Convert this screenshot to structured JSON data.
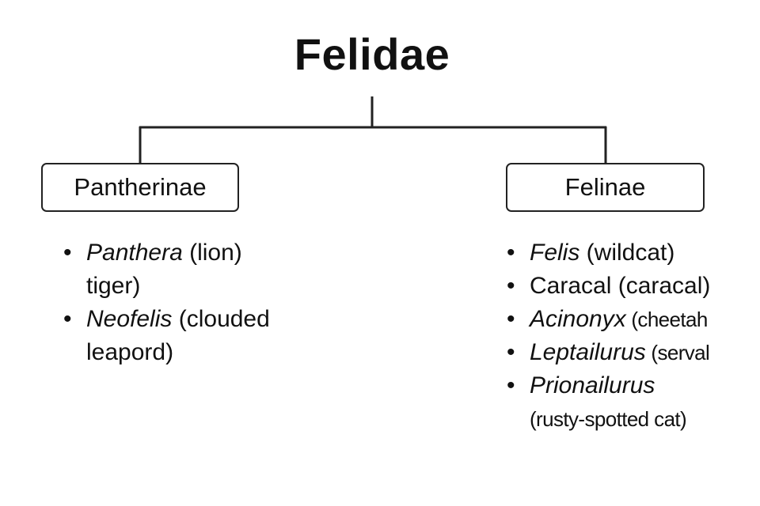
{
  "diagram": {
    "root": {
      "title": "Felidae"
    },
    "subfamilies": [
      {
        "name": "Pantherinae",
        "species": [
          {
            "genus": "Panthera",
            "common": " (lion)",
            "continuation": "tiger)"
          },
          {
            "genus": "Neofelis",
            "common": " (clouded",
            "continuation": "leapord)"
          }
        ]
      },
      {
        "name": "Felinae",
        "species": [
          {
            "genus": "Felis",
            "common": " (wildcat)"
          },
          {
            "plain": "Caracal",
            "common": " (caracal)"
          },
          {
            "genus": "Acinonyx",
            "common": " (cheetah"
          },
          {
            "genus": "Leptailurus",
            "common": " (serval"
          },
          {
            "genus": "Prionailurus",
            "continuation": "(rusty-spotted cat)"
          }
        ]
      }
    ],
    "bullet_glyph": "•"
  },
  "colors": {
    "text": "#111111",
    "lines": "#222222",
    "background": "#ffffff"
  }
}
